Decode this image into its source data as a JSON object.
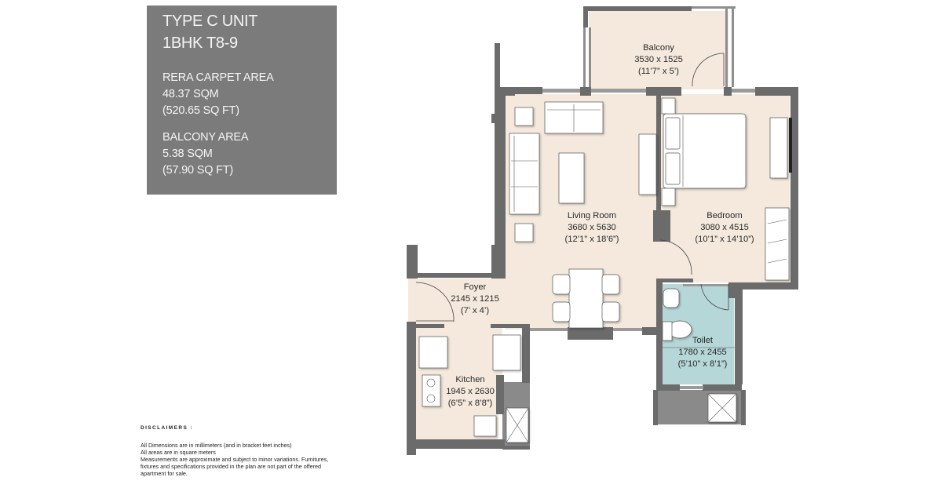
{
  "unit": {
    "title": "TYPE C UNIT",
    "subtitle": "1BHK T8-9",
    "carpet_area": {
      "label": "RERA CARPET AREA",
      "sqm": "48.37 SQM",
      "sqft": "(520.65 SQ FT)"
    },
    "balcony_area": {
      "label": "BALCONY AREA",
      "sqm": "5.38 SQM",
      "sqft": "(57.90 SQ FT)"
    }
  },
  "rooms": {
    "balcony": {
      "name": "Balcony",
      "mm": "3530 x 1525",
      "ft": "(11’7” x 5’)"
    },
    "living": {
      "name": "Living Room",
      "mm": "3680 x 5630",
      "ft": "(12’1” x 18’6”)"
    },
    "bedroom": {
      "name": "Bedroom",
      "mm": "3080 x 4515",
      "ft": "(10’1” x 14’10”)"
    },
    "foyer": {
      "name": "Foyer",
      "mm": "2145 x 1215",
      "ft": "(7’ x 4’)"
    },
    "kitchen": {
      "name": "Kitchen",
      "mm": "1945 x 2630",
      "ft": "(6’5” x 8’8”)"
    },
    "toilet": {
      "name": "Toilet",
      "mm": "1780 x 2455",
      "ft": "(5’10” x 8’1”)"
    }
  },
  "disclaimer": {
    "title": "DISCLAIMERS :",
    "lines": [
      "All Dimensions are in millimeters (and in bracket feet inches)",
      "All areas are in square meters",
      "Measurements are approximate and subject to minor variations. Furnitures,",
      "fixtures and specifications provided in the plan are not part of the offered",
      "apartment for sale."
    ]
  },
  "colors": {
    "info_box_bg": "#7b7b7b",
    "wall": "#6b6b6b",
    "floor": "#f4e9dc",
    "toilet_floor": "#b6d7d8",
    "furniture": "#ffffff"
  }
}
